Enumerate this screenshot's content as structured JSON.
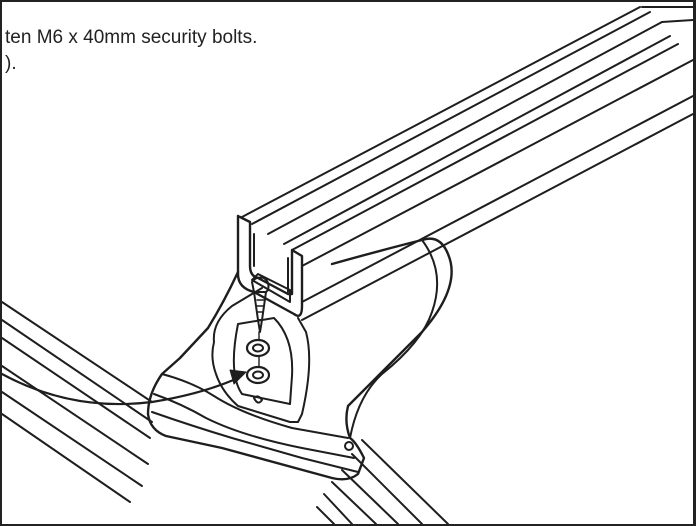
{
  "instruction": {
    "line1": "ten M6 x 40mm security bolts.",
    "line2": ")."
  },
  "diagram": {
    "stroke_color": "#1e1e1e",
    "background": "#ffffff",
    "parts": [
      "roof-bar",
      "bar-channel",
      "roof-foot",
      "roof-rail",
      "security-bolt",
      "washer",
      "pointer-arrow"
    ]
  }
}
